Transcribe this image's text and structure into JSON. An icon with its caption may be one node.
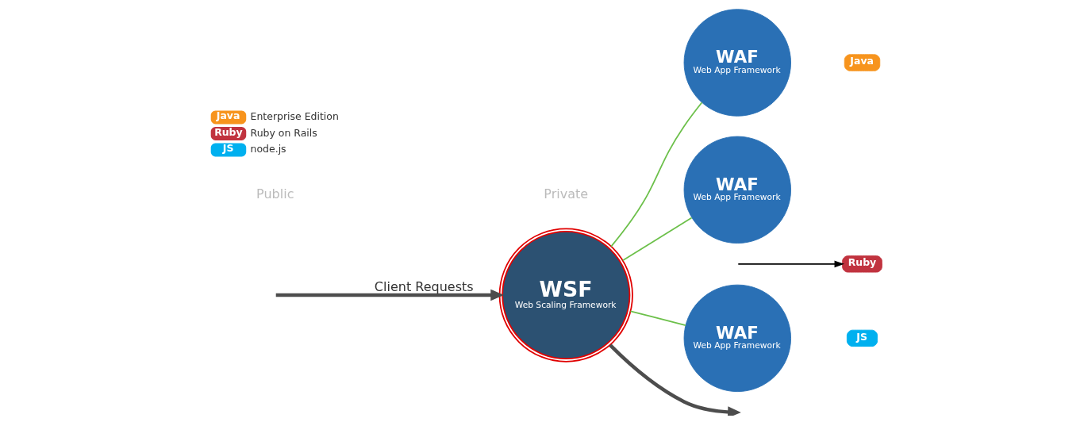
{
  "diagram": {
    "nodes": [
      {
        "text": [
          "WSF",
          "Web Scaling Framework"
        ]
      },
      {
        "text": [
          "WAF",
          "Web App Framework"
        ]
      },
      {
        "text": [
          "Java"
        ]
      },
      {
        "text": [
          "WAF",
          "Web App Framework"
        ]
      },
      {
        "text": [
          "Ruby"
        ]
      },
      {
        "text": [
          "WAF",
          "Web App Framework"
        ]
      },
      {
        "text": [
          "JS"
        ]
      }
    ],
    "edges": [
      {
        "from": null,
        "to": 0,
        "arrow": "to",
        "label": "Client Requests",
        "style": "thick",
        "color": "#4d4d4d"
      },
      {
        "from": 0,
        "to": null,
        "arrow": "to",
        "style": "thick",
        "color": "#4d4d4d"
      },
      {
        "from": 0,
        "to": 1,
        "arrow": "none"
      },
      {
        "from": 0,
        "to": 3,
        "arrow": "none"
      },
      {
        "from": 0,
        "to": 5,
        "arrow": "none"
      },
      {
        "from": null,
        "to": 4,
        "arrow": "to",
        "color": "#000000"
      }
    ],
    "labels": [
      "Public",
      "Private",
      "Java",
      "Ruby",
      "JS"
    ],
    "legend": [
      {
        "text": "Enterprise Edition",
        "color": "#f7941d"
      },
      {
        "text": "Ruby on Rails",
        "color": "#c1333f"
      },
      {
        "text": "node.js",
        "color": "#00b0ef"
      }
    ]
  }
}
